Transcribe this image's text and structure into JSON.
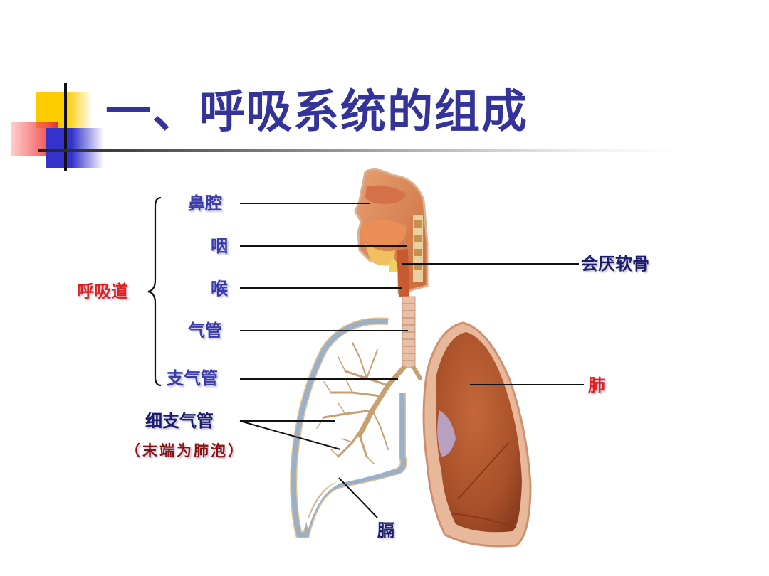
{
  "slide": {
    "title": "一、呼吸系统的组成",
    "colors": {
      "title": "#333399",
      "label_blue": "#3a3ab0",
      "label_navy": "#1c1c6e",
      "label_red": "#e02020",
      "label_darkred": "#8b1010",
      "accent_yellow": "#ffcc00",
      "accent_blue": "#3333cc",
      "accent_red": "#e53030"
    }
  },
  "diagram": {
    "group_label": "呼吸道",
    "airway_labels": [
      {
        "text": "鼻腔"
      },
      {
        "text": "咽"
      },
      {
        "text": "喉"
      },
      {
        "text": "气管"
      },
      {
        "text": "支气管"
      }
    ],
    "bronchiole_label": "细支气管",
    "bronchiole_note": "（末端为肺泡）",
    "epiglottis_label": "会厌软骨",
    "lung_label": "肺",
    "diaphragm_label": "膈"
  }
}
